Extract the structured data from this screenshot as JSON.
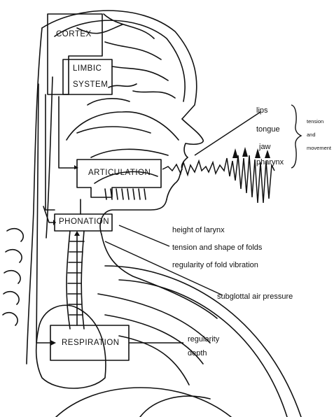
{
  "boxes": {
    "cortex": "CORTEX",
    "limbic_line1": "LIMBIC",
    "limbic_line2": "SYSTEM",
    "articulation": "ARTICULATION",
    "phonation": "PHONATION",
    "respiration": "RESPIRATION"
  },
  "articulators": [
    "lips",
    "tongue",
    "jaw",
    "pharynx"
  ],
  "articulation_effects": [
    "tension",
    "and",
    "movement"
  ],
  "phonation_factors": [
    "height of larynx",
    "tension and shape of folds",
    "regularity of  fold vibration"
  ],
  "subglottal_label": "subglottal air pressure",
  "respiration_factors": [
    "regularity",
    "depth"
  ]
}
